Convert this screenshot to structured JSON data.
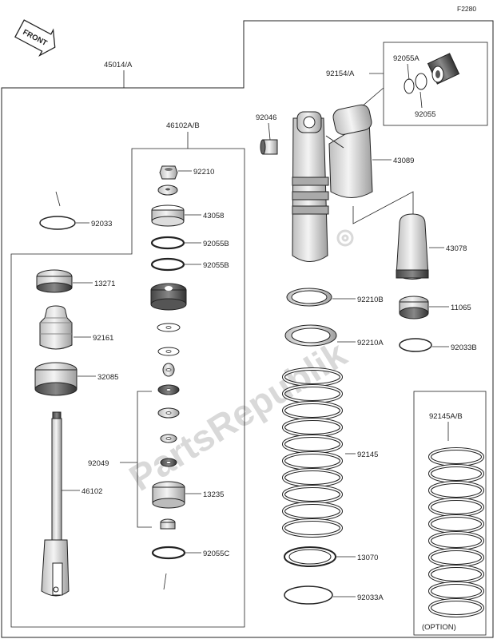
{
  "figure_code": "F2280",
  "front_badge": "FRONT",
  "watermark": "PartsRepublik",
  "option_note": "(OPTION)",
  "labels": {
    "l45014A": "45014/A",
    "l46102AB": "46102A/B",
    "l92154A": "92154/A",
    "l92055A": "92055A",
    "l92055": "92055",
    "l92046": "92046",
    "l43089": "43089",
    "l92210": "92210",
    "l43058": "43058",
    "l92055B1": "92055B",
    "l92055B2": "92055B",
    "l92033": "92033",
    "l13271": "13271",
    "l92161": "92161",
    "l32085": "32085",
    "l92049": "92049",
    "l46102": "46102",
    "l13235": "13235",
    "l92055C": "92055C",
    "l43078": "43078",
    "l92210B": "92210B",
    "l11065": "11065",
    "l92210A": "92210A",
    "l92033B": "92033B",
    "l92145": "92145",
    "l13070": "13070",
    "l92033A": "92033A",
    "l92145AB": "92145A/B"
  }
}
